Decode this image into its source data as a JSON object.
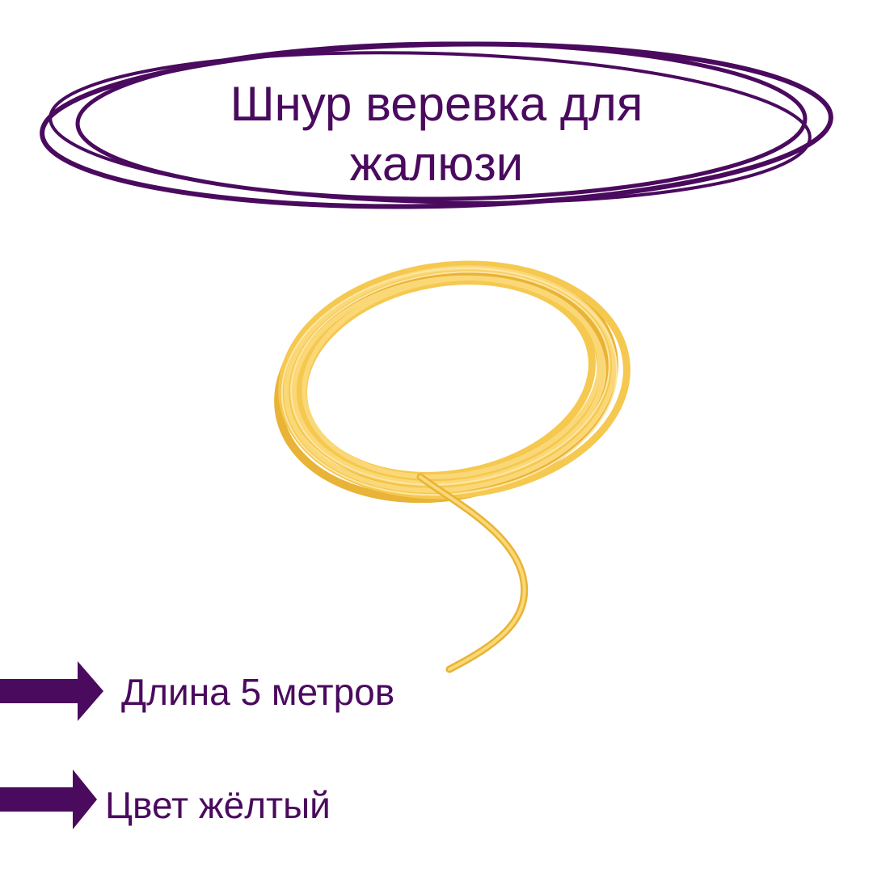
{
  "title": {
    "line1": "Шнур веревка для",
    "line2": "жалюзи"
  },
  "product": {
    "image_icon": "yellow-cord-coil-image"
  },
  "features": [
    {
      "icon": "arrow-right-icon",
      "text": "Длина 5 метров"
    },
    {
      "icon": "arrow-right-icon",
      "text": "Цвет жёлтый"
    }
  ],
  "colors": {
    "accent": "#4a0a5e",
    "cord": "#f2c24a",
    "background": "#ffffff"
  }
}
